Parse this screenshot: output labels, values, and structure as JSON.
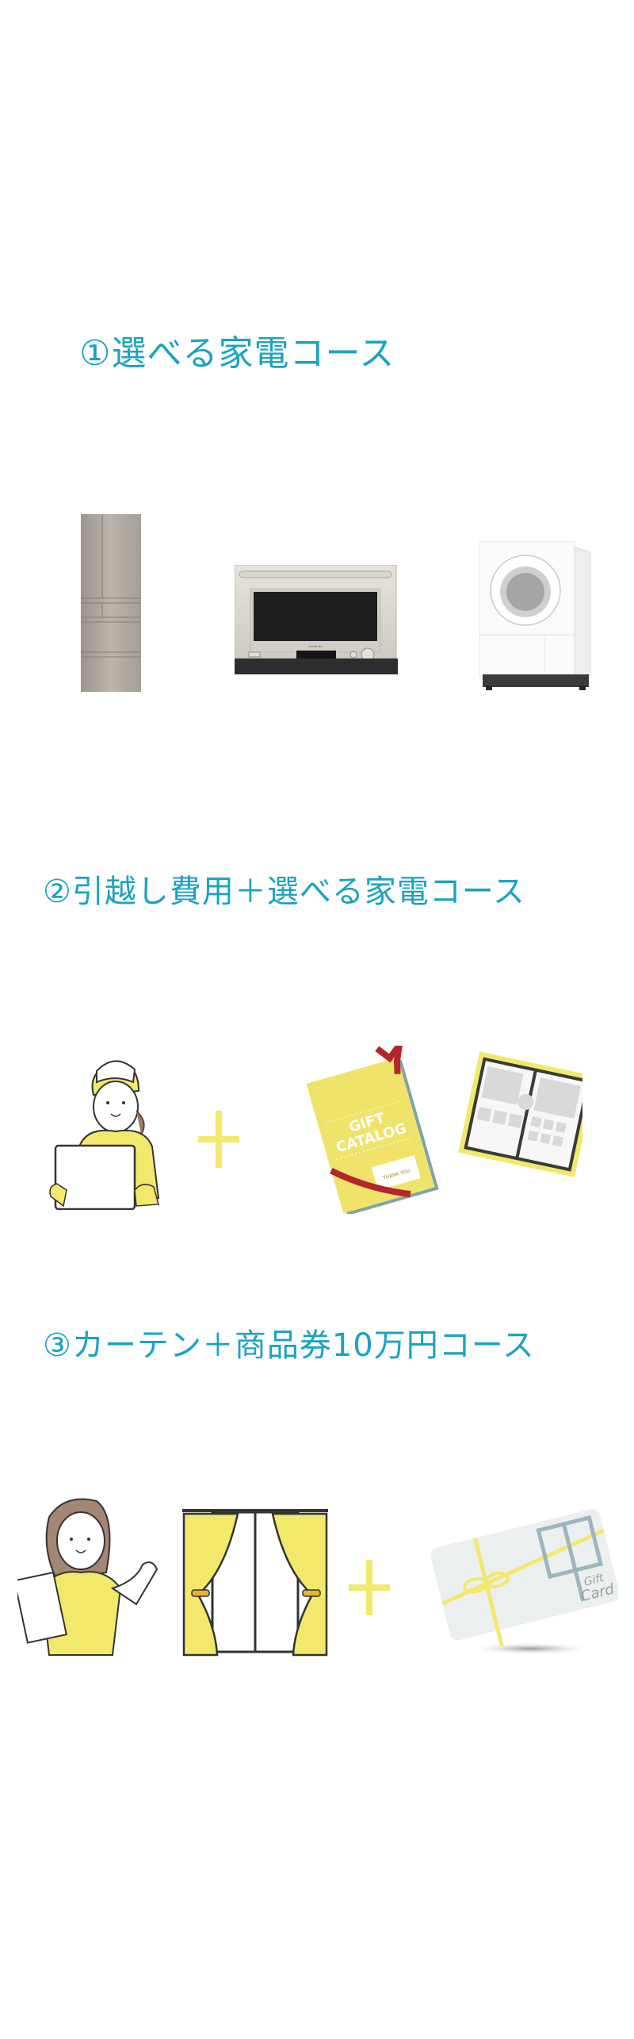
{
  "sections": [
    {
      "title": "①選べる家電コース",
      "items": [
        {
          "name": "refrigerator",
          "kind": "photo"
        },
        {
          "name": "oven-range",
          "kind": "photo",
          "brand_text": "BALMUDA"
        },
        {
          "name": "drum-washing-machine",
          "kind": "photo"
        }
      ]
    },
    {
      "title": "②引越し費用＋選べる家電コース",
      "items": [
        {
          "name": "mover-woman-with-box",
          "kind": "illustration"
        },
        {
          "name": "plus-sign",
          "kind": "symbol"
        },
        {
          "name": "gift-catalog",
          "kind": "illustration",
          "cover_line1": "GIFT",
          "cover_line2": "CATALOG",
          "tag_text": "THANK YOU"
        }
      ]
    },
    {
      "title": "③カーテン＋商品券10万円コース",
      "items": [
        {
          "name": "staff-woman-presenting",
          "kind": "illustration"
        },
        {
          "name": "curtain",
          "kind": "illustration"
        },
        {
          "name": "plus-sign",
          "kind": "symbol"
        },
        {
          "name": "gift-card",
          "kind": "illustration",
          "card_line1": "Gift",
          "card_line2": "Card"
        }
      ]
    }
  ],
  "colors": {
    "title": "#1aa3c0",
    "accent_yellow": "#f2e86b",
    "ribbon_red": "#b3262b",
    "line_dark": "#3a3a3a",
    "background": "#ffffff"
  }
}
